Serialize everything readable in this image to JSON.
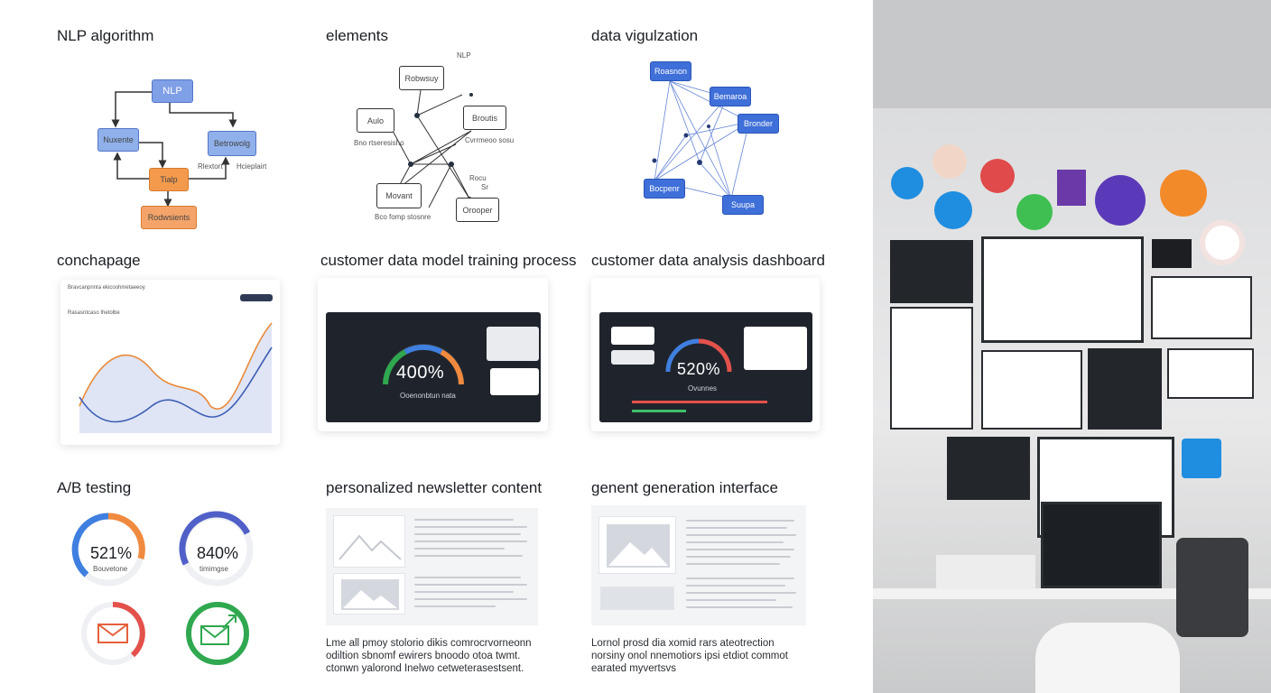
{
  "sections": {
    "nlp": {
      "title": "NLP algorithm",
      "nodes": [
        "NLP",
        "Nuxente",
        "Betrowolg",
        "Tialp",
        "Rodwsients"
      ],
      "labels": [
        "Rlextort",
        "Hcieplairt"
      ]
    },
    "elements": {
      "title": "elements",
      "nodes": [
        "Robwsuy",
        "Aulo",
        "Broutis",
        "Movant",
        "Orooper"
      ],
      "labels": [
        "NLP",
        "Bno rtseresisho",
        "Cvrrmeoo sosu",
        "Rocu",
        "Bco fomp stosnre",
        "Sr"
      ]
    },
    "dataviz": {
      "title": "data vigulzation",
      "nodes": [
        "Roasnon",
        "Bemaroa",
        "Bronder",
        "Bocpenr",
        "Suupa"
      ]
    },
    "conchapage": {
      "title": "conchapage",
      "header": "Bravcanpnnta ekicoohmetaeeoy",
      "subheader": "Rasasntcaso Ihetolbe"
    },
    "training": {
      "title": "customer data model training process",
      "gauge": "400%",
      "gauge_label": "Ooenonbtun nata"
    },
    "analysis": {
      "title": "customer data analysis dashboard",
      "gauge": "520%",
      "gauge_label": "Ovunnes"
    },
    "ab": {
      "title": "A/B testing",
      "a_value": "521%",
      "a_label": "Bouvetone",
      "b_value": "840%",
      "b_label": "timimgse"
    },
    "newsletter": {
      "title": "personalized newsletter content",
      "body": "Lme all pmoy stolorio dikis comrocrvorneonn odiltion sbnomf ewirers bnoodo otoa twmt. ctonwn yalorond Inelwo cetweterasestsent."
    },
    "generation": {
      "title": "genent generation interface",
      "body": "Lornol prosd dia xomid rars ateotrection norsiny onol nnemotiors ipsi etdiot commot earated myvertsvs"
    }
  },
  "colors": {
    "accent_blue": "#3f6fd8",
    "accent_orange": "#f08a3e",
    "accent_green": "#2fa84f",
    "dark_panel": "#1f242c"
  }
}
